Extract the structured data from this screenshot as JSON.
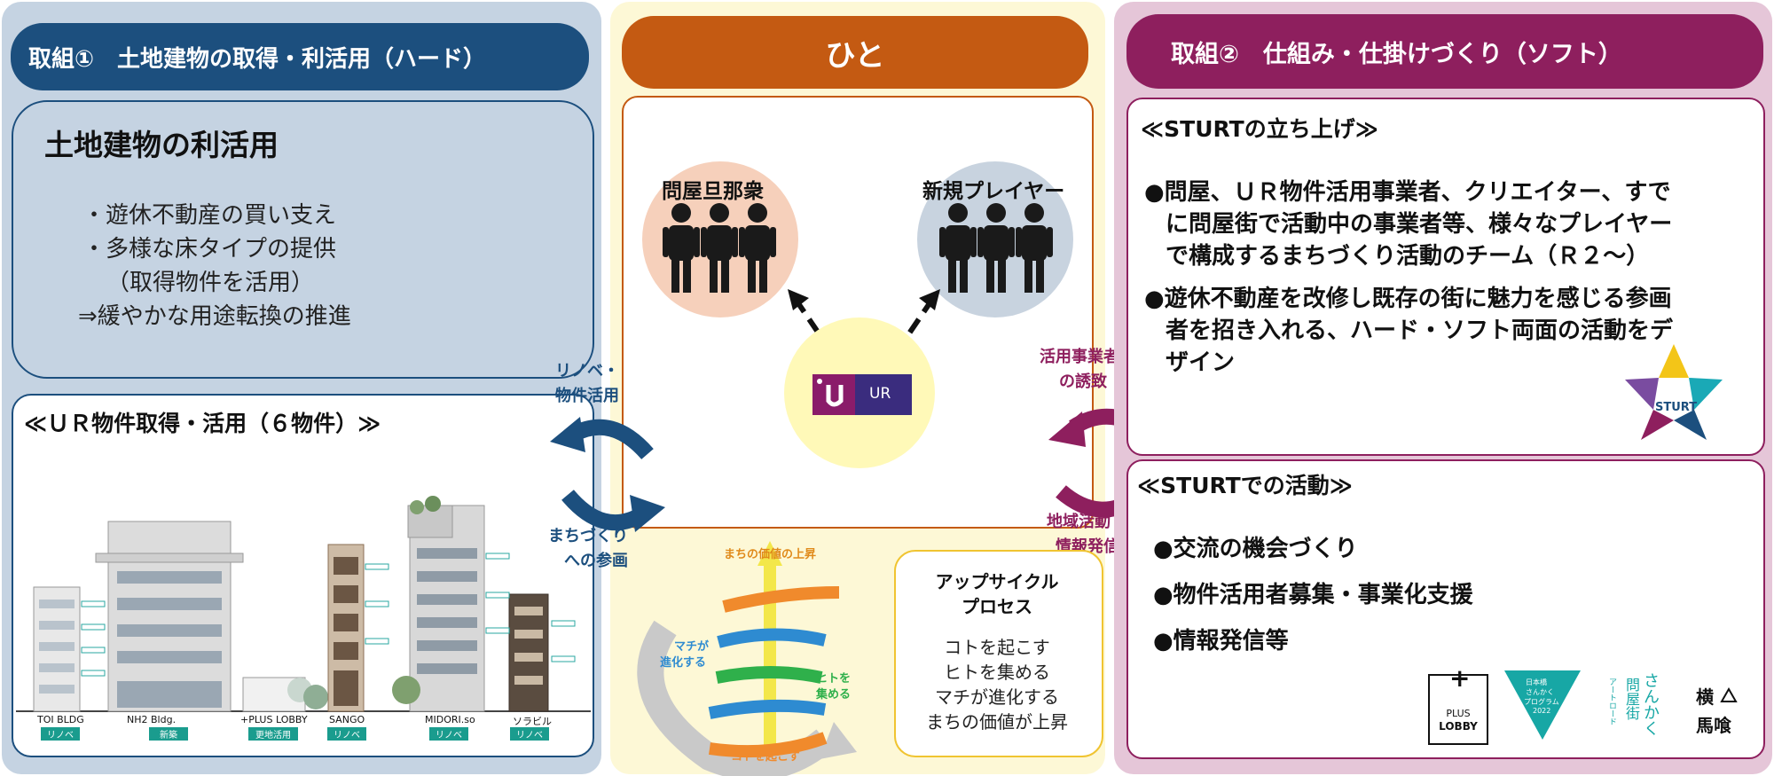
{
  "colors": {
    "left_bg": "#c5d3e2",
    "left_header": "#1c4f7e",
    "center_bg": "#fdf8d6",
    "center_header": "#c45a12",
    "right_bg": "#e5c6d8",
    "right_header": "#8e1f5e"
  },
  "left": {
    "header": "取組①　土地建物の取得・利活用（ハード）",
    "box1": {
      "title": "土地建物の利活用",
      "lines": [
        "・遊休不動産の買い支え",
        "・多様な床タイプの提供",
        "（取得物件を活用）",
        "⇒緩やかな用途転換の推進"
      ]
    },
    "box2": {
      "title": "≪ＵＲ物件取得・活用（６物件）≫",
      "buildings": [
        {
          "name": "TOI BLDG",
          "tag": "リノベ"
        },
        {
          "name": "NH2 Bldg.",
          "tag": "新築"
        },
        {
          "name": "+PLUS LOBBY",
          "tag": "更地活用"
        },
        {
          "name": "SANGO",
          "tag": "リノベ"
        },
        {
          "name": "MIDORI.so",
          "tag": "リノベ"
        },
        {
          "name": "ソラビル",
          "tag": "リノベ"
        }
      ]
    }
  },
  "center": {
    "header": "ひと",
    "group1": "問屋旦那衆",
    "group2": "新規プレイヤー",
    "ur_logo": "UR",
    "arrow_top": [
      "リノベ・",
      "物件活用"
    ],
    "arrow_bottom": [
      "まちづくり",
      "への参画"
    ],
    "spiral": {
      "top": "まちの価値の上昇",
      "left": [
        "マチが",
        "進化する"
      ],
      "right": [
        "ヒトを",
        "集める"
      ],
      "bottom": "コトを起こす"
    },
    "upcycle": {
      "title": [
        "アップサイクル",
        "プロセス"
      ],
      "lines": [
        "コトを起こす",
        "ヒトを集める",
        "マチが進化する",
        "まちの価値が上昇"
      ]
    }
  },
  "right": {
    "header": "取組②　仕組み・仕掛けづくり（ソフト）",
    "arrow_top": [
      "活用事業者",
      "の誘致"
    ],
    "arrow_bottom": [
      "地域活動・",
      "情報発信"
    ],
    "box1": {
      "title": "≪STURTの立ち上げ≫",
      "bullet1": [
        "●問屋、ＵＲ物件活用事業者、クリエイター、すで",
        "に問屋街で活動中の事業者等、様々なプレイヤー",
        "で構成するまちづくり活動のチーム（Ｒ２～）"
      ],
      "bullet2": [
        "●遊休不動産を改修し既存の街に魅力を感じる参画",
        "者を招き入れる、ハード・ソフト両面の活動をデ",
        "ザイン"
      ],
      "logo": "STURT"
    },
    "box2": {
      "title": "≪STURTでの活動≫",
      "items": [
        "●交流の機会づくり",
        "●物件活用者募集・事業化支援",
        "●情報発信等"
      ],
      "logos": {
        "plus_lobby": [
          "PLUS",
          "LOBBY"
        ],
        "sankaku": [
          "日本橋",
          "さんかく",
          "プログラム",
          "2022"
        ],
        "tonyagai": [
          "さんかく",
          "問屋街",
          "アートロード"
        ],
        "yokoyama": [
          "横",
          "馬喰"
        ]
      }
    }
  }
}
